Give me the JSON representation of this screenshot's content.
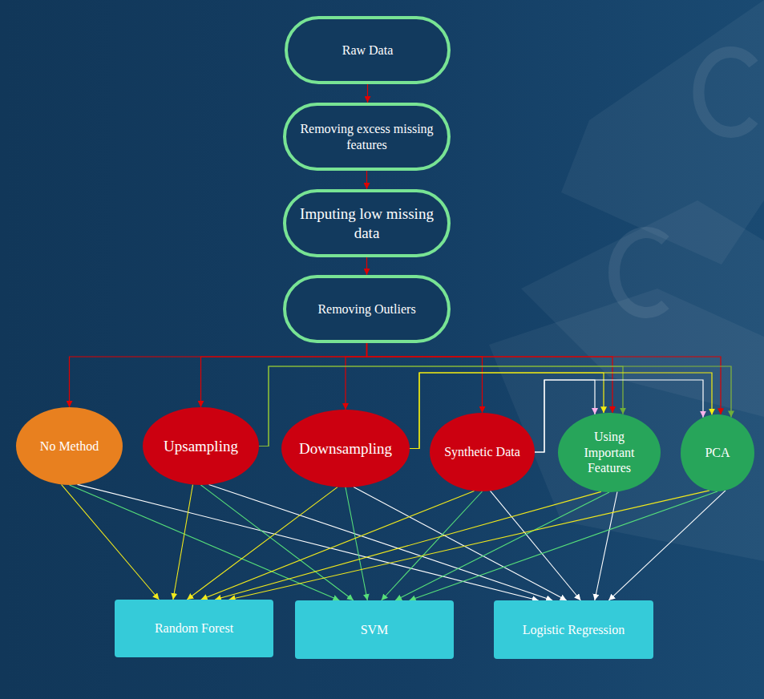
{
  "diagram": {
    "nodes": [
      {
        "text": [
          "Raw Data"
        ]
      },
      {
        "text": [
          "Removing excess missing features"
        ]
      },
      {
        "text": [
          "Imputing low missing data"
        ]
      },
      {
        "text": [
          "Removing Outliers"
        ]
      },
      {
        "text": [
          "No Method"
        ]
      },
      {
        "text": [
          "Upsampling"
        ]
      },
      {
        "text": [
          "Downsampling"
        ]
      },
      {
        "text": [
          "Synthetic Data"
        ]
      },
      {
        "text": [
          "Using Important Features"
        ]
      },
      {
        "text": [
          "PCA"
        ]
      },
      {
        "text": [
          "Random Forest"
        ]
      },
      {
        "text": [
          "SVM"
        ]
      },
      {
        "text": [
          "Logistic Regression"
        ]
      }
    ],
    "edges": [
      {
        "from": 0,
        "to": 1,
        "arrow": "to"
      },
      {
        "from": 1,
        "to": 2,
        "arrow": "to"
      },
      {
        "from": 2,
        "to": 3,
        "arrow": "to"
      },
      {
        "from": 3,
        "to": 4,
        "arrow": "to"
      },
      {
        "from": 3,
        "to": 5,
        "arrow": "to"
      },
      {
        "from": 3,
        "to": 6,
        "arrow": "to"
      },
      {
        "from": 3,
        "to": 7,
        "arrow": "to"
      },
      {
        "from": 3,
        "to": 8,
        "arrow": "to"
      },
      {
        "from": 3,
        "to": 9,
        "arrow": "to"
      },
      {
        "from": 5,
        "to": 8,
        "arrow": "to"
      },
      {
        "from": 5,
        "to": 9,
        "arrow": "to"
      },
      {
        "from": 6,
        "to": 8,
        "arrow": "to"
      },
      {
        "from": 6,
        "to": 9,
        "arrow": "to"
      },
      {
        "from": 7,
        "to": 8,
        "arrow": "to"
      },
      {
        "from": 7,
        "to": 9,
        "arrow": "to"
      },
      {
        "from": 4,
        "to": 10,
        "arrow": "to"
      },
      {
        "from": 4,
        "to": 11,
        "arrow": "to"
      },
      {
        "from": 4,
        "to": 12,
        "arrow": "to"
      },
      {
        "from": 5,
        "to": 10,
        "arrow": "to"
      },
      {
        "from": 5,
        "to": 11,
        "arrow": "to"
      },
      {
        "from": 5,
        "to": 12,
        "arrow": "to"
      },
      {
        "from": 6,
        "to": 10,
        "arrow": "to"
      },
      {
        "from": 6,
        "to": 11,
        "arrow": "to"
      },
      {
        "from": 6,
        "to": 12,
        "arrow": "to"
      },
      {
        "from": 7,
        "to": 10,
        "arrow": "to"
      },
      {
        "from": 7,
        "to": 11,
        "arrow": "to"
      },
      {
        "from": 7,
        "to": 12,
        "arrow": "to"
      },
      {
        "from": 8,
        "to": 10,
        "arrow": "to"
      },
      {
        "from": 8,
        "to": 11,
        "arrow": "to"
      },
      {
        "from": 8,
        "to": 12,
        "arrow": "to"
      },
      {
        "from": 9,
        "to": 10,
        "arrow": "to"
      },
      {
        "from": 9,
        "to": 11,
        "arrow": "to"
      },
      {
        "from": 9,
        "to": 12,
        "arrow": "to"
      }
    ]
  }
}
